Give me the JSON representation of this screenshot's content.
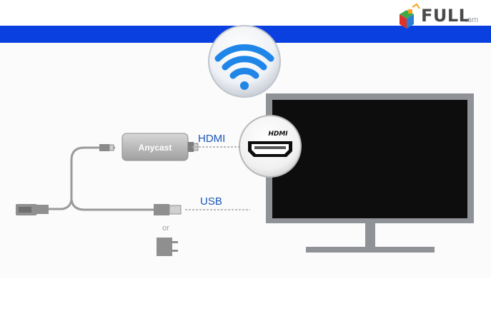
{
  "brand": {
    "logo_text": "FULL",
    "logo_suffix": ".am",
    "colors": {
      "green": "#3daa4a",
      "red": "#e0322c",
      "blue": "#2a7fd4",
      "orange": "#f7a21b"
    }
  },
  "banner": {
    "color": "#0a3fe0"
  },
  "diagram": {
    "dongle_label": "Anycast",
    "hdmi_label": "HDMI",
    "usb_label": "USB",
    "or_label": "or",
    "port_badge_label": "HDMI"
  },
  "icons": [
    "wifi-icon",
    "hdmi-port-icon",
    "usb-plug-icon",
    "power-adapter-icon",
    "tv-icon"
  ]
}
